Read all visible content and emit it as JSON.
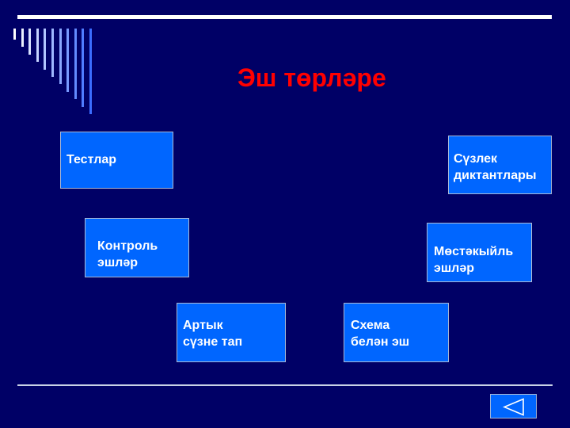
{
  "slide": {
    "title": "Эш төрләре",
    "title_color": "#ff0000",
    "background_color": "#000066",
    "card_color": "#0066ff"
  },
  "cards": [
    {
      "label": "Тестлар"
    },
    {
      "label": "Контроль\nэшләр"
    },
    {
      "label": "Артык\nсүзне тап"
    },
    {
      "label": "Схема\nбелән эш"
    },
    {
      "label": "Мөстәкыйль\nэшләр"
    },
    {
      "label": "Сүзлек\nдиктантлары"
    }
  ],
  "navigation": {
    "back_icon": "triangle-left-icon"
  }
}
